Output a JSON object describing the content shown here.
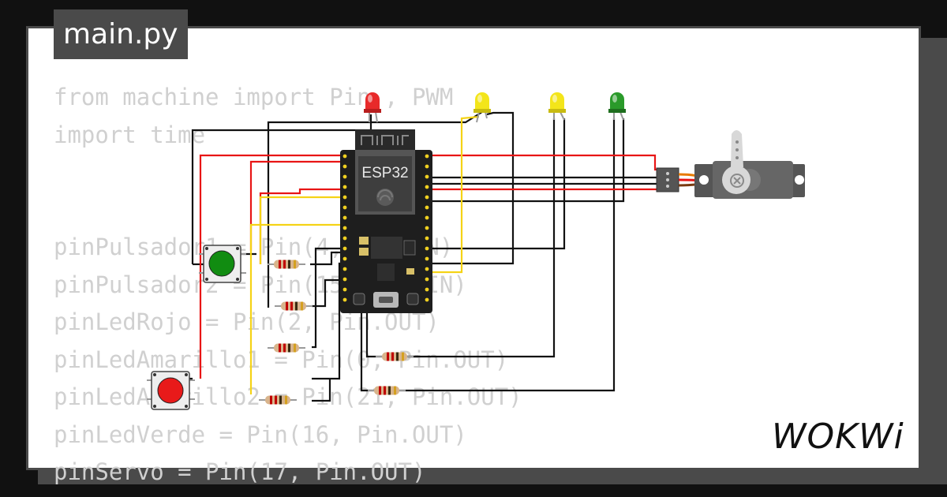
{
  "tab": {
    "filename": "main.py"
  },
  "code_lines": [
    "from machine import Pin , PWM",
    "import time",
    "",
    "",
    "pinPulsador1 = Pin(4, Pin.IN)",
    "pinPulsador2 = Pin(15, Pin.IN)",
    "pinLedRojo = Pin(2, Pin.OUT)",
    "pinLedAmarillo1 = Pin(0, Pin.OUT)",
    "pinLedAmarillo2 = Pin(21, Pin.OUT)",
    "pinLedVerde = Pin(16, Pin.OUT)",
    "pinServo = Pin(17, Pin.OUT)"
  ],
  "board": {
    "label": "ESP32"
  },
  "brand": {
    "logo_text": "WOKWi"
  },
  "components": {
    "leds": [
      {
        "color_name": "red",
        "color": "#e82a2a"
      },
      {
        "color_name": "yellow",
        "color": "#f3e51a"
      },
      {
        "color_name": "yellow",
        "color": "#f3e51a"
      },
      {
        "color_name": "green",
        "color": "#2a9a2a"
      }
    ],
    "buttons": [
      {
        "color_name": "green",
        "color": "#118c11"
      },
      {
        "color_name": "red",
        "color": "#e81a1a"
      }
    ],
    "resistor_count": 6,
    "servo": true
  },
  "colors": {
    "background": "#111111",
    "card": "#ffffff",
    "frame": "#4a4a4a",
    "code_text": "#d0d0d0",
    "wire_red": "#e81515",
    "wire_yellow": "#f5d316",
    "wire_black": "#111111"
  }
}
